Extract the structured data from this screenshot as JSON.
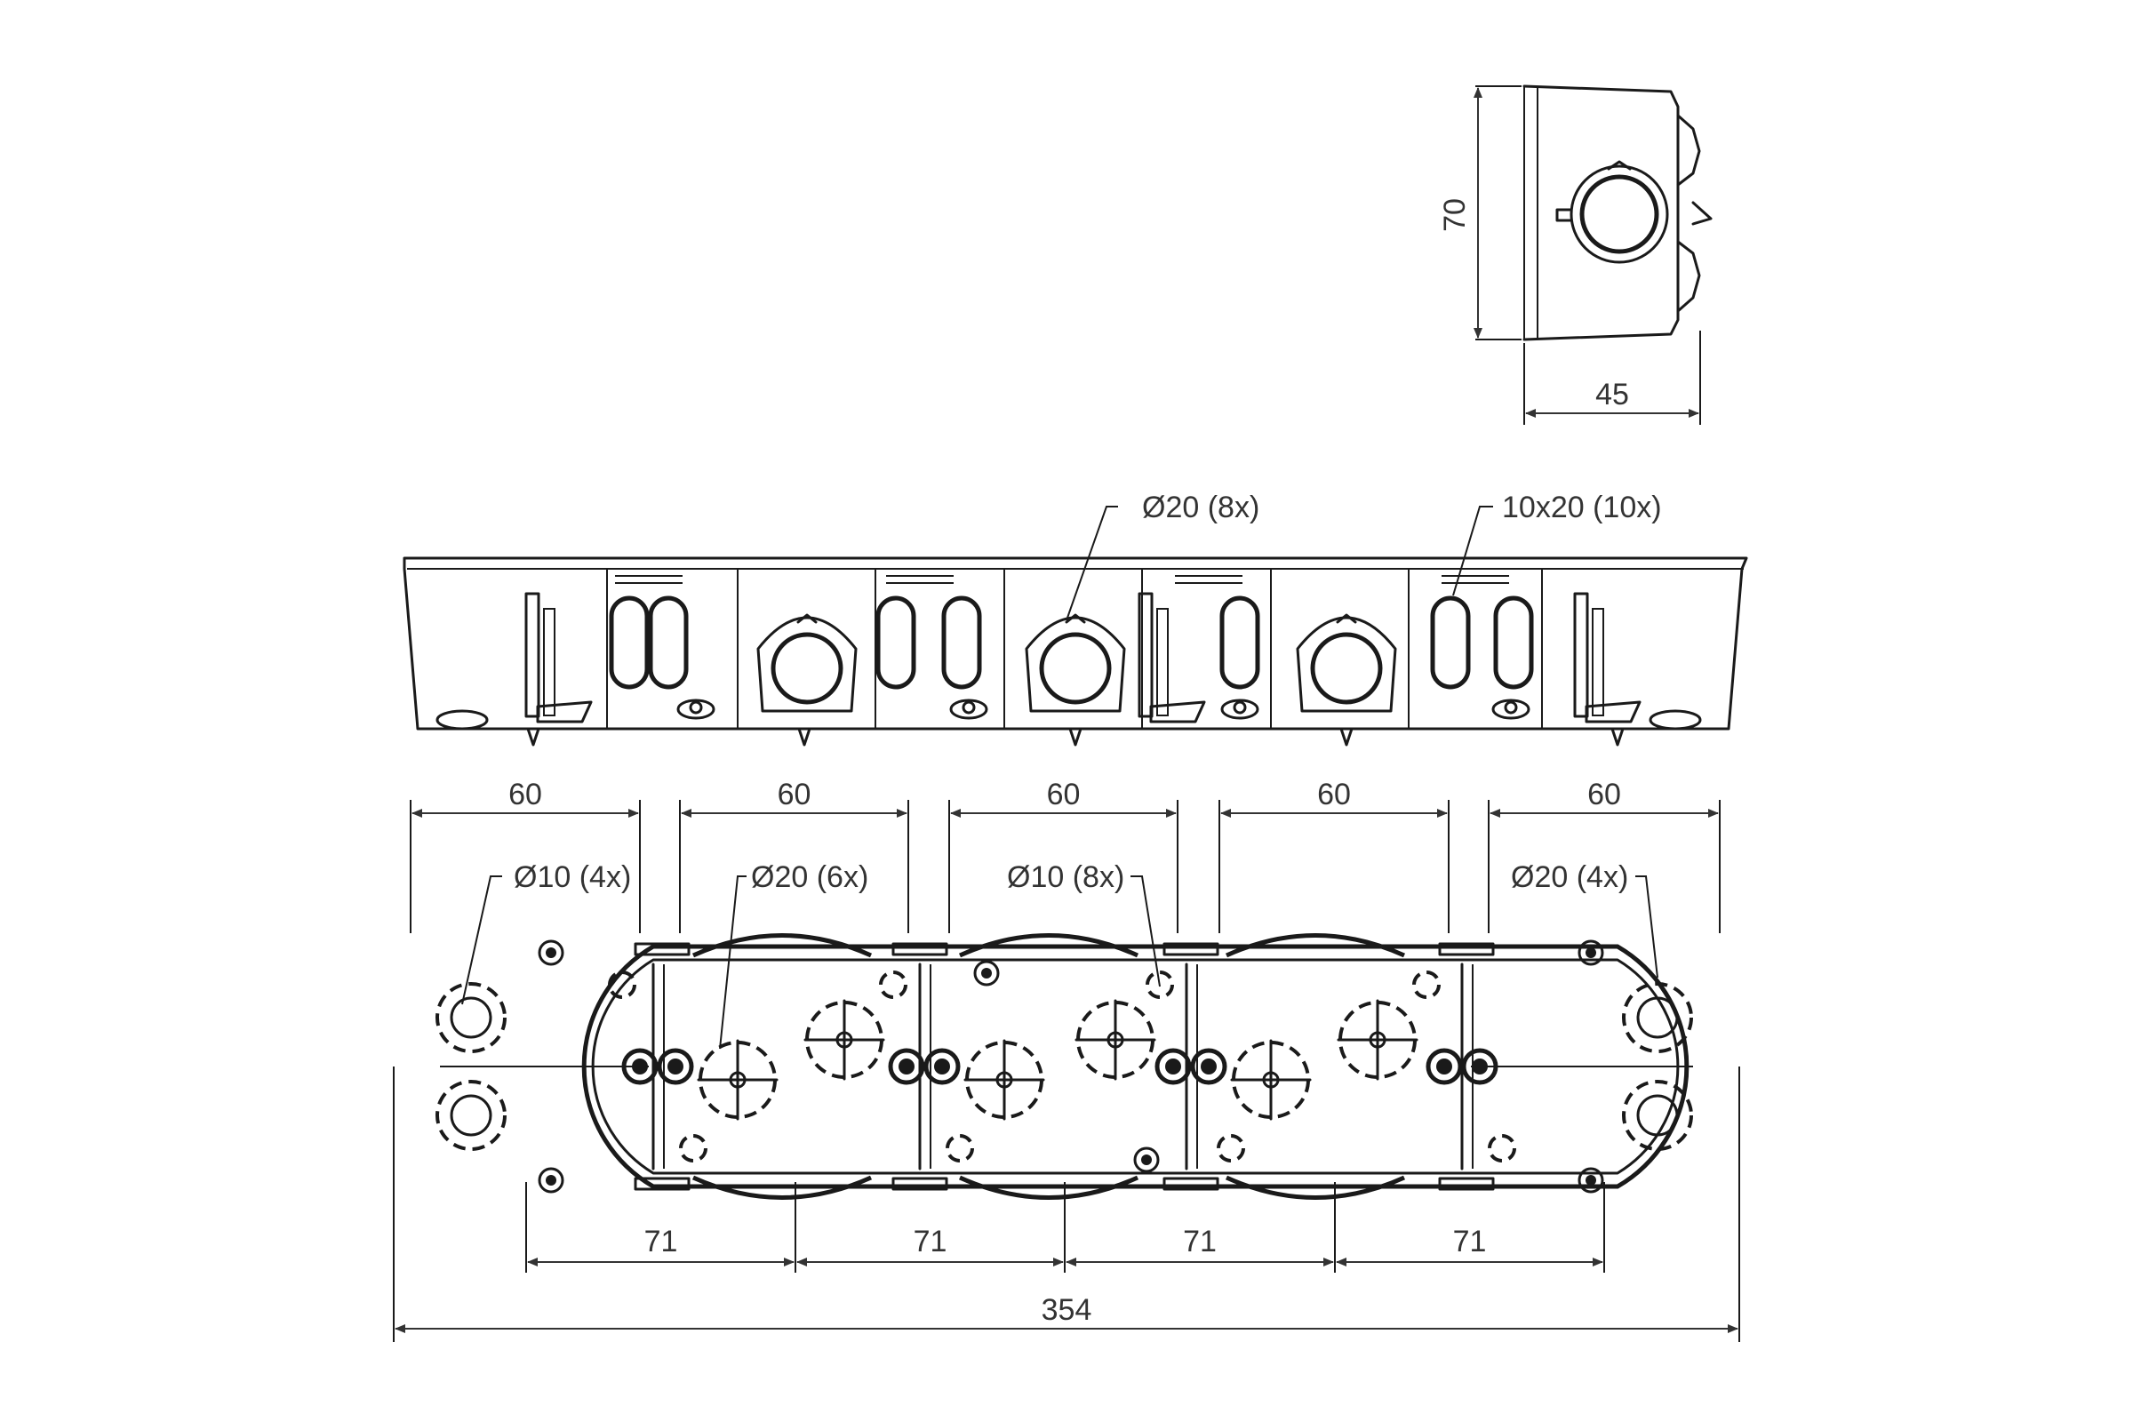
{
  "colors": {
    "line": "#1a1a1a",
    "dimension": "#333333",
    "background": "#ffffff"
  },
  "dimensions": {
    "height": "70",
    "depth": "45",
    "top_spans": [
      "60",
      "60",
      "60",
      "60",
      "60"
    ],
    "pitch": [
      "71",
      "71",
      "71",
      "71"
    ],
    "overall_length": "354"
  },
  "callouts": {
    "side_round": "Ø20 (8x)",
    "side_oval": "10x20 (10x)",
    "bottom_d10_left": "Ø10 (4x)",
    "bottom_d20_mid": "Ø20 (6x)",
    "bottom_d10_mid": "Ø10 (8x)",
    "bottom_d20_right": "Ø20 (4x)"
  }
}
